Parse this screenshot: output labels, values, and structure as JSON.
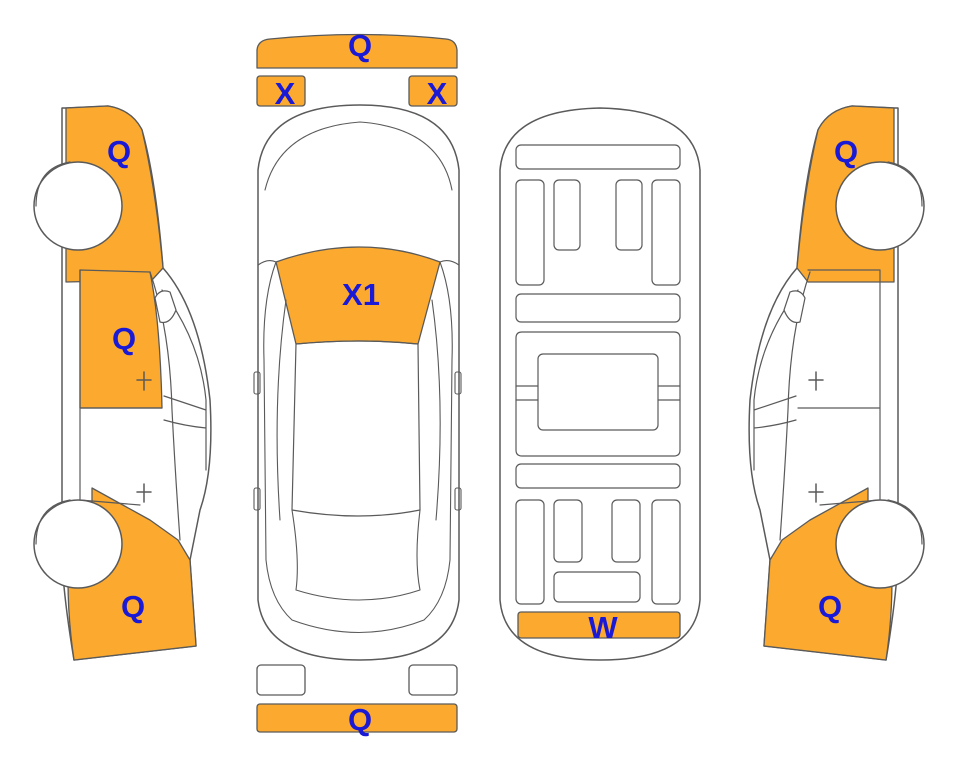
{
  "colors": {
    "damage": "#fbaa2f",
    "outline": "#5a5a5a",
    "label": "#1a1ad6",
    "panel": "#ffffff"
  },
  "labels": {
    "front_bumper": "Q",
    "hood_edge_left": "X",
    "hood_edge_right": "X",
    "windshield": "X1",
    "rear_bumper": "Q",
    "underbody_rear": "W",
    "left_front": "Q",
    "left_door": "Q",
    "left_rear": "Q",
    "right_front": "Q",
    "right_rear": "Q"
  }
}
